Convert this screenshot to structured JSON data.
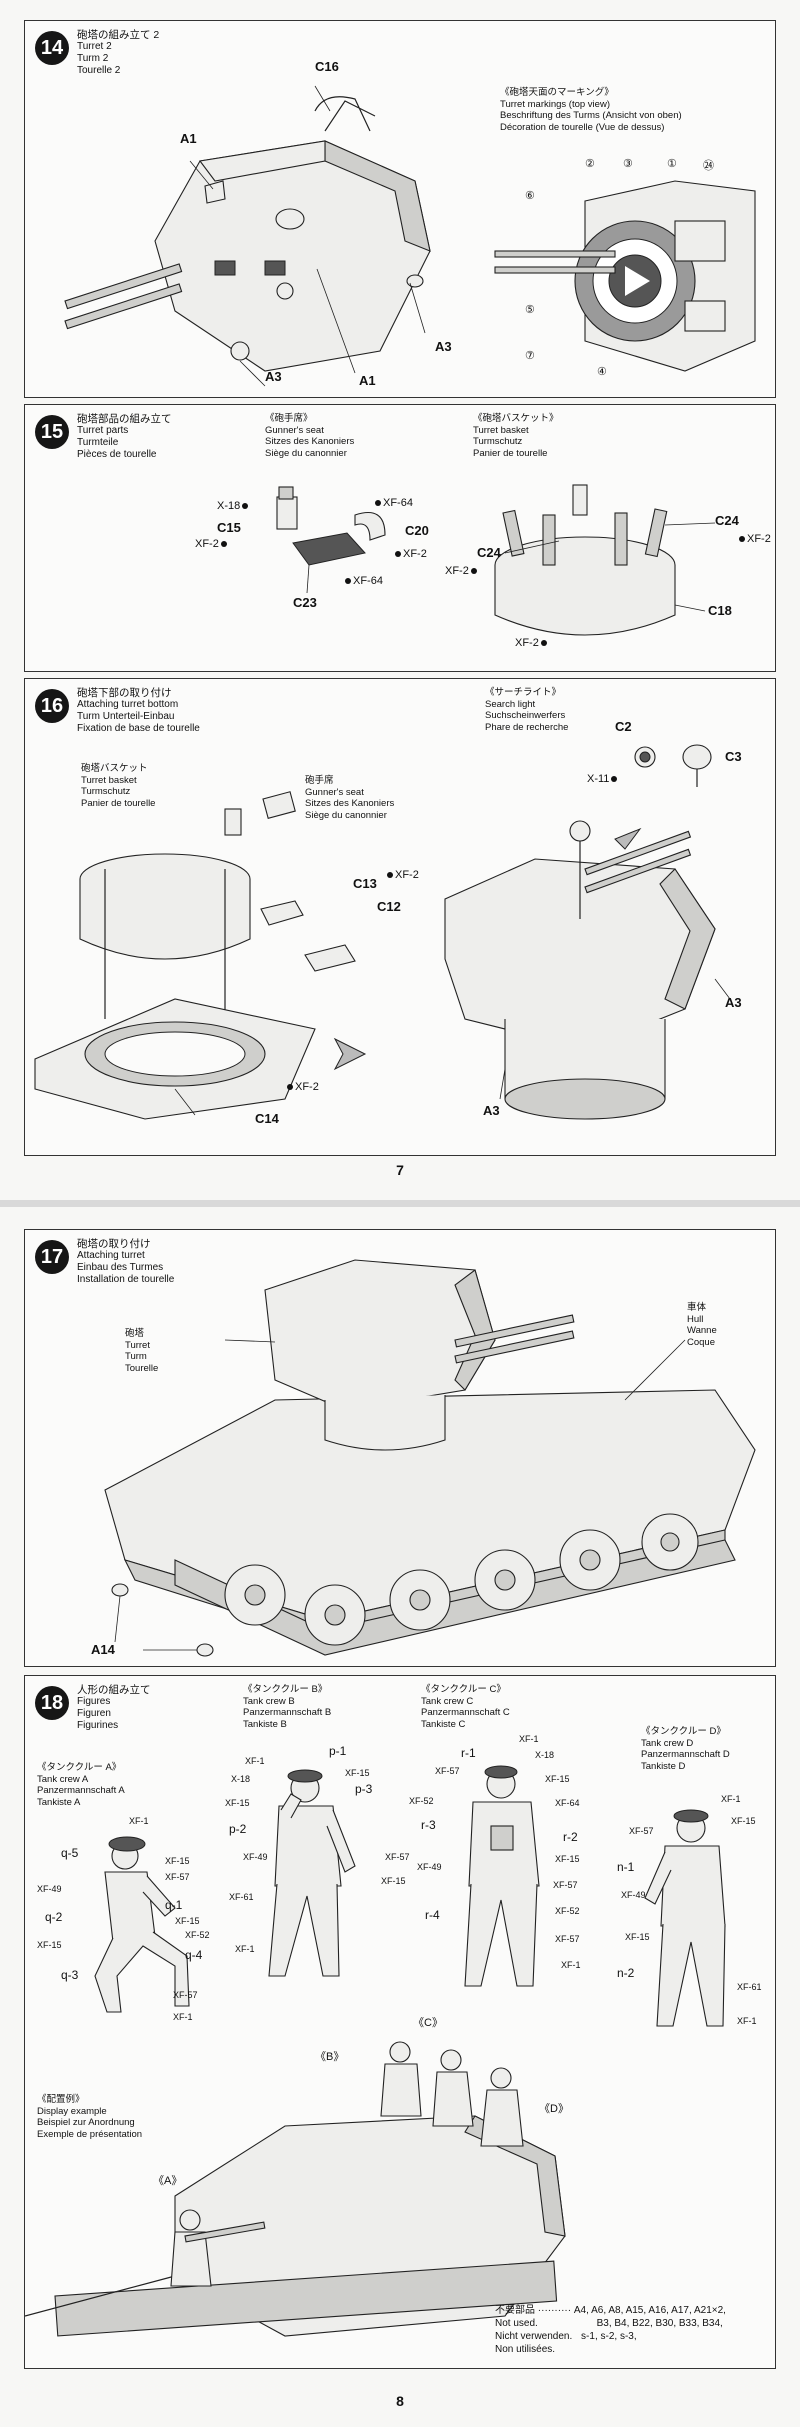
{
  "pages": {
    "top": "7",
    "bottom": "8"
  },
  "step14": {
    "num": "14",
    "jp": "砲塔の組み立て 2",
    "en": "Turret 2",
    "de": "Turm 2",
    "fr": "Tourelle 2",
    "parts": {
      "c16": "C16",
      "a1a": "A1",
      "a1b": "A1",
      "a3a": "A3",
      "a3b": "A3"
    },
    "markings": {
      "jp": "《砲塔天面のマーキング》",
      "en": "Turret markings (top view)",
      "de": "Beschriftung des Turms (Ansicht von oben)",
      "fr": "Décoration de tourelle (Vue de dessus)",
      "nums": [
        "②",
        "③",
        "①",
        "㉔",
        "⑥",
        "⑤",
        "⑦",
        "④"
      ]
    }
  },
  "step15": {
    "num": "15",
    "jp": "砲塔部品の組み立て",
    "en": "Turret parts",
    "de": "Turmteile",
    "fr": "Pièces de tourelle",
    "gunner": {
      "jp": "《砲手席》",
      "en": "Gunner's seat",
      "de": "Sitzes des Kanoniers",
      "fr": "Siège du canonnier"
    },
    "basket": {
      "jp": "《砲塔バスケット》",
      "en": "Turret basket",
      "de": "Turmschutz",
      "fr": "Panier de tourelle"
    },
    "parts": {
      "c15": "C15",
      "c20": "C20",
      "c23": "C23",
      "c24a": "C24",
      "c24b": "C24",
      "c18": "C18"
    },
    "paints": {
      "x18": "X-18",
      "xf2a": "XF-2",
      "xf64a": "XF-64",
      "xf2b": "XF-2",
      "xf64b": "XF-64",
      "xf2c": "XF-2",
      "xf2d": "XF-2",
      "xf2e": "XF-2"
    }
  },
  "step16": {
    "num": "16",
    "jp": "砲塔下部の取り付け",
    "en": "Attaching turret bottom",
    "de": "Turm Unterteil-Einbau",
    "fr": "Fixation de base de tourelle",
    "basket": {
      "jp": "砲塔バスケット",
      "en": "Turret basket",
      "de": "Turmschutz",
      "fr": "Panier de tourelle"
    },
    "gunner": {
      "jp": "砲手席",
      "en": "Gunner's seat",
      "de": "Sitzes des Kanoniers",
      "fr": "Siège du canonnier"
    },
    "light": {
      "jp": "《サーチライト》",
      "en": "Search light",
      "de": "Suchscheinwerfers",
      "fr": "Phare de recherche"
    },
    "parts": {
      "c2": "C2",
      "c3": "C3",
      "c13": "C13",
      "c12": "C12",
      "c14": "C14",
      "a3a": "A3",
      "a3b": "A3"
    },
    "paints": {
      "x11": "X-11",
      "xf2a": "XF-2",
      "xf2b": "XF-2"
    }
  },
  "step17": {
    "num": "17",
    "jp": "砲塔の取り付け",
    "en": "Attaching turret",
    "de": "Einbau des Turmes",
    "fr": "Installation de tourelle",
    "turret": {
      "jp": "砲塔",
      "en": "Turret",
      "de": "Turm",
      "fr": "Tourelle"
    },
    "hull": {
      "jp": "車体",
      "en": "Hull",
      "de": "Wanne",
      "fr": "Coque"
    },
    "a14": "A14"
  },
  "step18": {
    "num": "18",
    "jp": "人形の組み立て",
    "en": "Figures",
    "de": "Figuren",
    "fr": "Figurines",
    "crewA": {
      "jp": "《タンククルー A》",
      "en": "Tank crew A",
      "de": "Panzermannschaft A",
      "fr": "Tankiste A",
      "parts": [
        "q-5",
        "q-1",
        "q-2",
        "q-4",
        "q-3"
      ],
      "paints": [
        "XF-1",
        "XF-15",
        "XF-57",
        "XF-49",
        "XF-15",
        "XF-52",
        "XF-15",
        "XF-57",
        "XF-1"
      ]
    },
    "crewB": {
      "jp": "《タンククルー B》",
      "en": "Tank crew B",
      "de": "Panzermannschaft B",
      "fr": "Tankiste B",
      "parts": [
        "p-1",
        "p-3",
        "p-2"
      ],
      "paints": [
        "XF-1",
        "X-18",
        "XF-15",
        "XF-15",
        "XF-49",
        "XF-57",
        "XF-15",
        "XF-61",
        "XF-1"
      ]
    },
    "crewC": {
      "jp": "《タンククルー C》",
      "en": "Tank crew C",
      "de": "Panzermannschaft C",
      "fr": "Tankiste C",
      "parts": [
        "r-1",
        "r-3",
        "r-2",
        "r-4"
      ],
      "paints": [
        "XF-1",
        "X-18",
        "XF-57",
        "XF-15",
        "XF-52",
        "XF-64",
        "XF-15",
        "XF-49",
        "XF-57",
        "XF-52",
        "XF-57",
        "XF-1"
      ]
    },
    "crewD": {
      "jp": "《タンククルー D》",
      "en": "Tank crew D",
      "de": "Panzermannschaft D",
      "fr": "Tankiste D",
      "parts": [
        "n-1",
        "n-2"
      ],
      "paints": [
        "XF-1",
        "XF-15",
        "XF-57",
        "XF-49",
        "XF-15",
        "XF-61",
        "XF-1"
      ]
    },
    "display": {
      "jp": "《配置例》",
      "en": "Display example",
      "de": "Beispiel zur Anordnung",
      "fr": "Exemple de présentation",
      "tags": [
        "《A》",
        "《B》",
        "《C》",
        "《D》"
      ]
    },
    "unused": {
      "jp": "不要部品",
      "en": "Not used.",
      "de": "Nicht verwenden.",
      "fr": "Non utilisées.",
      "list1": "A4, A6, A8, A15, A16, A17, A21×2,",
      "list2": "B3, B4, B22, B30, B33, B34,",
      "list3": "s-1, s-2, s-3,"
    }
  }
}
